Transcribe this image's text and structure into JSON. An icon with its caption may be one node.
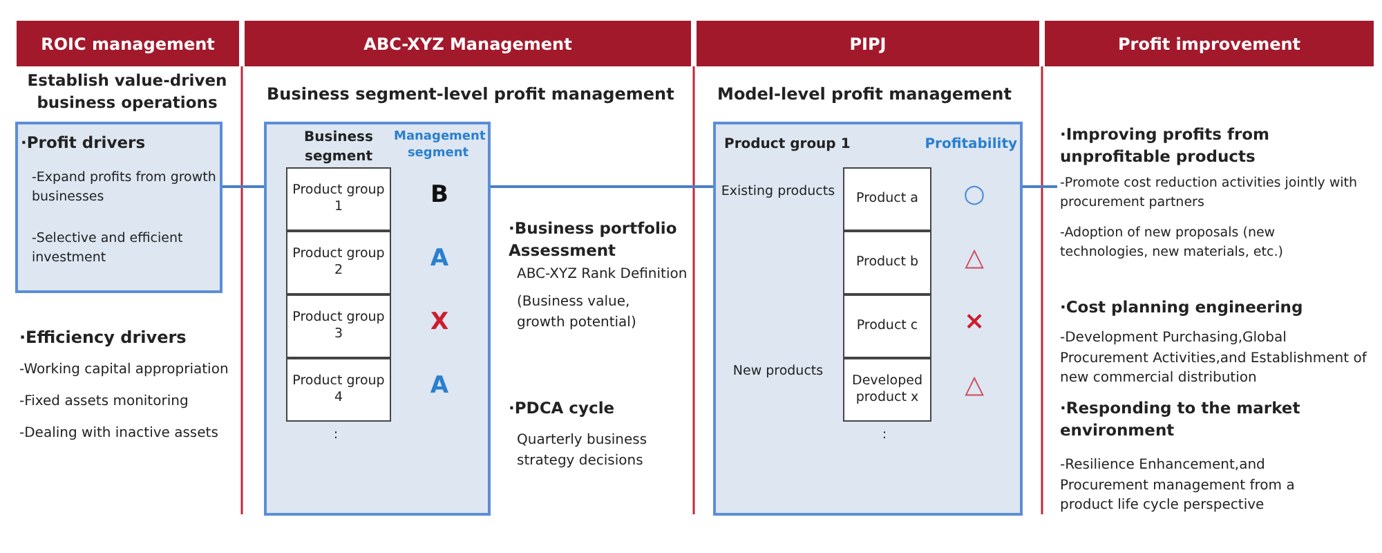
{
  "diagram": {
    "nodes": [
      {
        "text": [
          "ROIC management"
        ]
      },
      {
        "text": [
          "ABC-XYZ Management"
        ]
      },
      {
        "text": [
          "PIPJ"
        ]
      },
      {
        "text": [
          "Profit improvement"
        ]
      },
      {
        "text": [
          "·Profit drivers",
          "-Expand profits from growth businesses",
          "-Selective and efficient investment"
        ]
      },
      {
        "text": [
          "Business segment",
          "Management segment",
          ":"
        ]
      },
      {
        "text": [
          "Product group 1"
        ],
        "in": 5
      },
      {
        "text": [
          "Product group 2"
        ],
        "in": 5
      },
      {
        "text": [
          "Product group 3"
        ],
        "in": 5
      },
      {
        "text": [
          "Product group 4"
        ],
        "in": 5
      },
      {
        "text": [
          "Product group 1",
          "Profitability",
          "Existing products",
          "New products",
          ":"
        ]
      },
      {
        "text": [
          "Product a"
        ],
        "in": 10
      },
      {
        "text": [
          "Product b"
        ],
        "in": 10
      },
      {
        "text": [
          "Product c"
        ],
        "in": 10
      },
      {
        "text": [
          "Developed product x"
        ],
        "in": 10
      },
      {
        "text": [
          "·Improving profits from unprofitable products",
          "-Promote cost reduction activities jointly with procurement partners",
          "-Adoption of new proposals (new technologies, new materials, etc.)"
        ]
      }
    ],
    "edges": [
      {
        "from": 4,
        "to": 5,
        "arrow": "none"
      },
      {
        "from": 5,
        "to": 10,
        "arrow": "none"
      },
      {
        "from": 10,
        "to": 15,
        "arrow": "none"
      }
    ],
    "labels": [
      "Establish value-driven business operations",
      "Business segment-level profit management",
      "Model-level profit management",
      "·Efficiency drivers",
      "-Working capital appropriation",
      "-Fixed assets monitoring",
      "-Dealing with inactive assets",
      "B",
      "A",
      "X",
      "A",
      "·Business portfolio Assessment",
      "ABC-XYZ Rank Definition",
      "(Business value, growth potential)",
      "·PDCA cycle",
      "Quarterly business strategy decisions",
      "○",
      "△",
      "×",
      "△",
      "·Cost planning engineering",
      "-Development Purchasing,Global Procurement Activities,and Establishment of new commercial distribution",
      "·Responding to the market environment",
      "-Resilience Enhancement,and Procurement management from a product life cycle perspective"
    ]
  }
}
